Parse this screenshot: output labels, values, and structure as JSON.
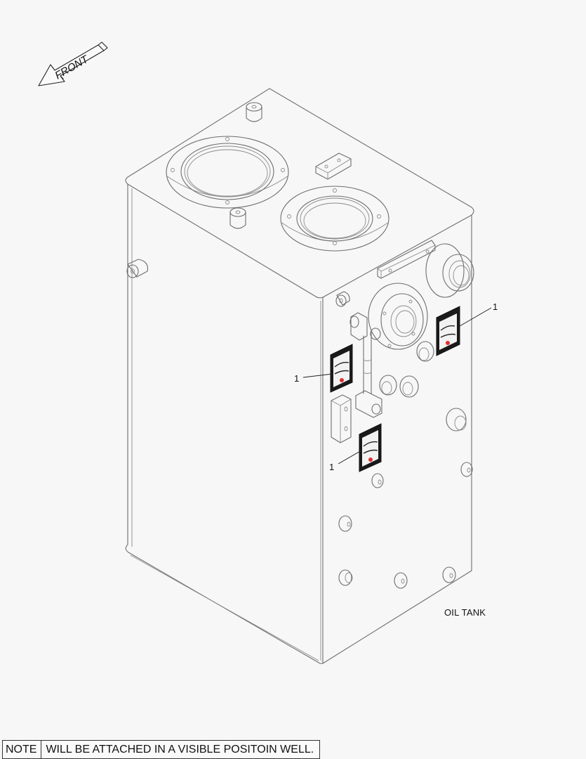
{
  "diagram": {
    "title": "OIL TANK",
    "orientation_arrow": {
      "label": "FRONT",
      "icon": "front-arrow-icon"
    },
    "callouts": [
      {
        "number": "1",
        "target": "decal-right"
      },
      {
        "number": "1",
        "target": "decal-left"
      },
      {
        "number": "1",
        "target": "decal-lower"
      }
    ],
    "decal_colors": {
      "body": "#1a1a1a",
      "mark": "#e03030"
    },
    "line_color": "#6e6e6e",
    "background": "#f7f7f7"
  },
  "note": {
    "label": "NOTE",
    "text": "WILL BE ATTACHED IN A VISIBLE POSITOIN WELL."
  }
}
